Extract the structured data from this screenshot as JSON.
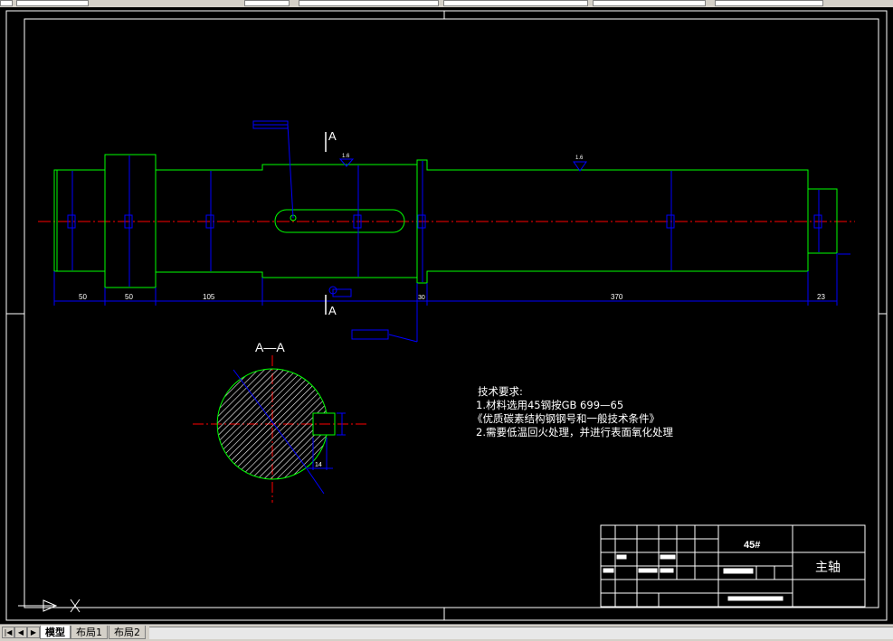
{
  "drawing": {
    "section_label_top": "A",
    "section_label_bottom": "A",
    "section_view_title": "A—A",
    "dimensions_bottom": [
      "50",
      "50",
      "105",
      "30",
      "370",
      "23"
    ],
    "dimension_small_1": "1.6",
    "dimension_small_2": "1.6",
    "key_dim": "14"
  },
  "tech_requirements": {
    "title": "技术要求:",
    "line1": "1.材料选用45钢按GB 699—65",
    "line2": "《优质碳素结构钢钢号和一般技术条件》",
    "line3": "2.需要低温回火处理，并进行表面氧化处理"
  },
  "title_block": {
    "material": "45#",
    "part_name": "主轴"
  },
  "layout_tabs": {
    "model": "模型",
    "layout1": "布局1",
    "layout2": "布局2"
  },
  "colors": {
    "background": "#000000",
    "part_outline": "#00ff00",
    "dimension": "#0000ff",
    "centerline": "#ff0000",
    "frame": "#ffffff"
  }
}
